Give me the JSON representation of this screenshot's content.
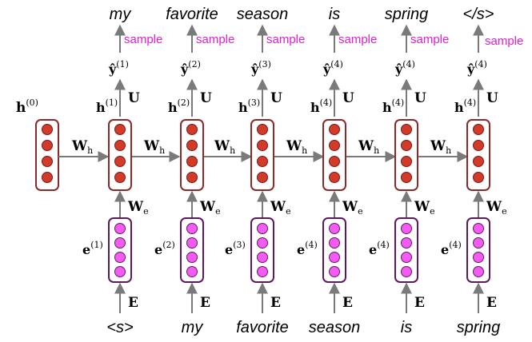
{
  "h0_label": "h",
  "h0_sup": "(0)",
  "columns": [
    {
      "output_word": "my",
      "sample_label": "sample",
      "yhat": "ŷ",
      "yhat_sup": "(1)",
      "u": "U",
      "h": "h",
      "h_sup": "(1)",
      "we": "W",
      "we_sub": "e",
      "e": "e",
      "e_sup": "(1)",
      "E": "E",
      "input_word": "<s>"
    },
    {
      "output_word": "favorite",
      "sample_label": "sample",
      "yhat": "ŷ",
      "yhat_sup": "(2)",
      "u": "U",
      "h": "h",
      "h_sup": "(2)",
      "we": "W",
      "we_sub": "e",
      "e": "e",
      "e_sup": "(2)",
      "E": "E",
      "input_word": "my"
    },
    {
      "output_word": "season",
      "sample_label": "sample",
      "yhat": "ŷ",
      "yhat_sup": "(3)",
      "u": "U",
      "h": "h",
      "h_sup": "(3)",
      "we": "W",
      "we_sub": "e",
      "e": "e",
      "e_sup": "(3)",
      "E": "E",
      "input_word": "favorite"
    },
    {
      "output_word": "is",
      "sample_label": "sample",
      "yhat": "ŷ",
      "yhat_sup": "(4)",
      "u": "U",
      "h": "h",
      "h_sup": "(4)",
      "we": "W",
      "we_sub": "e",
      "e": "e",
      "e_sup": "(4)",
      "E": "E",
      "input_word": "season"
    },
    {
      "output_word": "spring",
      "sample_label": "sample",
      "yhat": "ŷ",
      "yhat_sup": "(4)",
      "u": "U",
      "h": "h",
      "h_sup": "(4)",
      "we": "W",
      "we_sub": "e",
      "e": "e",
      "e_sup": "(4)",
      "E": "E",
      "input_word": "is"
    },
    {
      "output_word": "</s>",
      "sample_label": "sample",
      "yhat": "ŷ",
      "yhat_sup": "(4)",
      "u": "U",
      "h": "h",
      "h_sup": "(4)",
      "we": "W",
      "we_sub": "e",
      "e": "e",
      "e_sup": "(4)",
      "E": "E",
      "input_word": "spring"
    }
  ],
  "wh_edges": [
    {
      "w": "W",
      "sub": "h"
    },
    {
      "w": "W",
      "sub": "h"
    },
    {
      "w": "W",
      "sub": "h"
    },
    {
      "w": "W",
      "sub": "h"
    },
    {
      "w": "W",
      "sub": "h"
    },
    {
      "w": "W",
      "sub": "h"
    }
  ],
  "colors": {
    "hidden_fill": "#d23a2a",
    "hidden_border": "#8b2a2a",
    "embed_fill": "#f25cf2",
    "embed_border": "#5c1a5c",
    "arrow": "#7a7a7a",
    "sample_text": "#e020d0"
  }
}
